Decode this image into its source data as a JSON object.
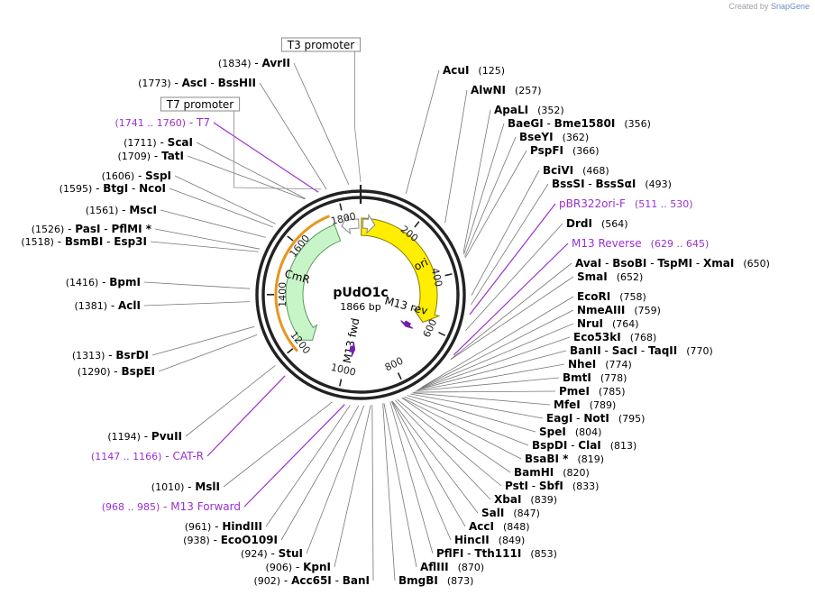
{
  "credit": {
    "prefix": "Created by",
    "brand": "SnapGene"
  },
  "plasmid": {
    "name": "pUdO1c",
    "length_label": "1866 bp",
    "length_bp": 1866
  },
  "colors": {
    "site": "#000000",
    "feature": "#9b30d0",
    "ori": "#ffee00",
    "cmr": "#c8f5c8",
    "cmr_outline": "#e8961e",
    "primer": "#7020b0"
  },
  "ticks": [
    "200",
    "400",
    "600",
    "800",
    "1000",
    "1200",
    "1400",
    "1600",
    "1800"
  ],
  "promoters": [
    {
      "label": "T3 promoter",
      "bp": 1866
    },
    {
      "label": "T7 promoter",
      "bp": 1760
    }
  ],
  "features_on_map": [
    {
      "label": "ori",
      "start": 3,
      "end": 590,
      "kind": "ori"
    },
    {
      "label": "CmR",
      "start": 1175,
      "end": 1760,
      "kind": "cmr"
    },
    {
      "label": "M13 rev",
      "bp": 637
    },
    {
      "label": "M13 fwd",
      "bp": 976
    }
  ],
  "sites": [
    {
      "names": [
        "AcuI"
      ],
      "pos": "(125)",
      "bp": 125
    },
    {
      "names": [
        "AlwNI"
      ],
      "pos": "(257)",
      "bp": 257
    },
    {
      "names": [
        "ApaLI"
      ],
      "pos": "(352)",
      "bp": 352
    },
    {
      "names": [
        "BaeGI",
        "Bme1580I"
      ],
      "pos": "(356)",
      "bp": 356
    },
    {
      "names": [
        "BseYI"
      ],
      "pos": "(362)",
      "bp": 362
    },
    {
      "names": [
        "PspFI"
      ],
      "pos": "(366)",
      "bp": 366
    },
    {
      "names": [
        "BciVI"
      ],
      "pos": "(468)",
      "bp": 468
    },
    {
      "names": [
        "BssSI",
        "BssSαI"
      ],
      "pos": "(493)",
      "bp": 493
    },
    {
      "names": [
        "pBR322ori-F"
      ],
      "pos": "(511 .. 530)",
      "bp": 520,
      "feature": true
    },
    {
      "names": [
        "DrdI"
      ],
      "pos": "(564)",
      "bp": 564
    },
    {
      "names": [
        "M13 Reverse"
      ],
      "pos": "(629 .. 645)",
      "bp": 637,
      "feature": true
    },
    {
      "names": [
        "AvaI",
        "BsoBI",
        "TspMI",
        "XmaI"
      ],
      "pos": "(650)",
      "bp": 650
    },
    {
      "names": [
        "SmaI"
      ],
      "pos": "(652)",
      "bp": 652
    },
    {
      "names": [
        "EcoRI"
      ],
      "pos": "(758)",
      "bp": 758
    },
    {
      "names": [
        "NmeAIII"
      ],
      "pos": "(759)",
      "bp": 759
    },
    {
      "names": [
        "NruI"
      ],
      "pos": "(764)",
      "bp": 764
    },
    {
      "names": [
        "Eco53kI"
      ],
      "pos": "(768)",
      "bp": 768
    },
    {
      "names": [
        "BanII",
        "SacI",
        "TaqII"
      ],
      "pos": "(770)",
      "bp": 770
    },
    {
      "names": [
        "NheI"
      ],
      "pos": "(774)",
      "bp": 774
    },
    {
      "names": [
        "BmtI"
      ],
      "pos": "(778)",
      "bp": 778
    },
    {
      "names": [
        "PmeI"
      ],
      "pos": "(785)",
      "bp": 785
    },
    {
      "names": [
        "MfeI"
      ],
      "pos": "(789)",
      "bp": 789
    },
    {
      "names": [
        "EagI",
        "NotI"
      ],
      "pos": "(795)",
      "bp": 795
    },
    {
      "names": [
        "SpeI"
      ],
      "pos": "(804)",
      "bp": 804
    },
    {
      "names": [
        "BspDI",
        "ClaI"
      ],
      "pos": "(813)",
      "bp": 813
    },
    {
      "names": [
        "BsaBI *"
      ],
      "pos": "(819)",
      "bp": 819
    },
    {
      "names": [
        "BamHI"
      ],
      "pos": "(820)",
      "bp": 820
    },
    {
      "names": [
        "PstI",
        "SbfI"
      ],
      "pos": "(833)",
      "bp": 833
    },
    {
      "names": [
        "XbaI"
      ],
      "pos": "(839)",
      "bp": 839
    },
    {
      "names": [
        "SalI"
      ],
      "pos": "(847)",
      "bp": 847
    },
    {
      "names": [
        "AccI"
      ],
      "pos": "(848)",
      "bp": 848
    },
    {
      "names": [
        "HincII"
      ],
      "pos": "(849)",
      "bp": 849
    },
    {
      "names": [
        "PflFI",
        "Tth111I"
      ],
      "pos": "(853)",
      "bp": 853
    },
    {
      "names": [
        "AflIII"
      ],
      "pos": "(870)",
      "bp": 870
    },
    {
      "names": [
        "BmgBI"
      ],
      "pos": "(873)",
      "bp": 873
    },
    {
      "names": [
        "Acc65I",
        "BanI"
      ],
      "pos": "(902)",
      "bp": 902
    },
    {
      "names": [
        "KpnI"
      ],
      "pos": "(906)",
      "bp": 906
    },
    {
      "names": [
        "StuI"
      ],
      "pos": "(924)",
      "bp": 924
    },
    {
      "names": [
        "EcoO109I"
      ],
      "pos": "(938)",
      "bp": 938
    },
    {
      "names": [
        "HindIII"
      ],
      "pos": "(961)",
      "bp": 961
    },
    {
      "names": [
        "M13 Forward"
      ],
      "pos": "(968 .. 985)",
      "bp": 976,
      "feature": true
    },
    {
      "names": [
        "MslI"
      ],
      "pos": "(1010)",
      "bp": 1010
    },
    {
      "names": [
        "CAT-R"
      ],
      "pos": "(1147 .. 1166)",
      "bp": 1156,
      "feature": true
    },
    {
      "names": [
        "PvuII"
      ],
      "pos": "(1194)",
      "bp": 1194
    },
    {
      "names": [
        "BspEI"
      ],
      "pos": "(1290)",
      "bp": 1290
    },
    {
      "names": [
        "BsrDI"
      ],
      "pos": "(1313)",
      "bp": 1313
    },
    {
      "names": [
        "AclI"
      ],
      "pos": "(1381)",
      "bp": 1381
    },
    {
      "names": [
        "BpmI"
      ],
      "pos": "(1416)",
      "bp": 1416
    },
    {
      "names": [
        "BsmBI",
        "Esp3I"
      ],
      "pos": "(1518)",
      "bp": 1518
    },
    {
      "names": [
        "PasI",
        "PflMI *"
      ],
      "pos": "(1526)",
      "bp": 1526
    },
    {
      "names": [
        "MscI"
      ],
      "pos": "(1561)",
      "bp": 1561
    },
    {
      "names": [
        "BtgI",
        "NcoI"
      ],
      "pos": "(1595)",
      "bp": 1595
    },
    {
      "names": [
        "SspI"
      ],
      "pos": "(1606)",
      "bp": 1606
    },
    {
      "names": [
        "TatI"
      ],
      "pos": "(1709)",
      "bp": 1709
    },
    {
      "names": [
        "ScaI"
      ],
      "pos": "(1711)",
      "bp": 1711
    },
    {
      "names": [
        "T7"
      ],
      "pos": "(1741 .. 1760)",
      "bp": 1750,
      "feature": true
    },
    {
      "names": [
        "AscI",
        "BssHII"
      ],
      "pos": "(1773)",
      "bp": 1773
    },
    {
      "names": [
        "AvrII"
      ],
      "pos": "(1834)",
      "bp": 1834
    }
  ]
}
